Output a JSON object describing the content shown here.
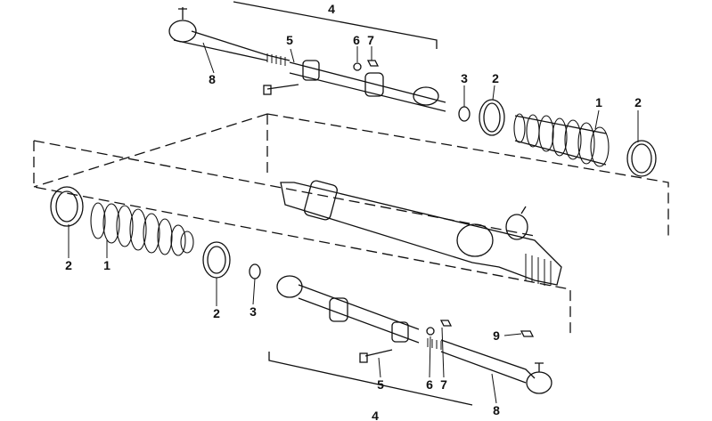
{
  "diagram": {
    "callouts_top": [
      "4",
      "5",
      "6",
      "7",
      "8",
      "3",
      "2",
      "1",
      "2"
    ],
    "callouts_left": [
      "2",
      "1",
      "2",
      "3"
    ],
    "callouts_bottom": [
      "9",
      "5",
      "6",
      "7",
      "8",
      "4"
    ]
  },
  "colors": {
    "line": "#111111",
    "background": "#ffffff"
  }
}
